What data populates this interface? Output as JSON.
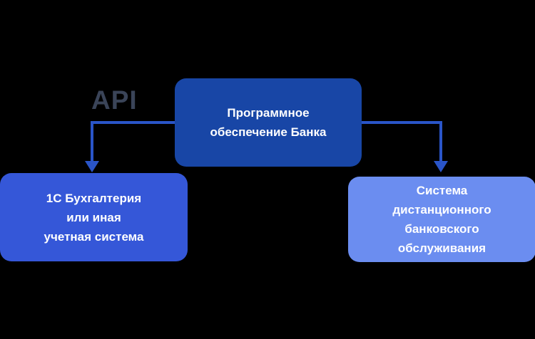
{
  "diagram": {
    "api_label": "API",
    "nodes": {
      "bank": {
        "label": "Программное\nобеспечение Банка"
      },
      "accounting": {
        "label": "1С Бухгалтерия\nили иная\nучетная система"
      },
      "remote": {
        "label": "Система\nдистанционного\nбанковского\nобслуживания"
      }
    },
    "colors": {
      "background": "#000000",
      "bank_node": "#1846a6",
      "accounting_node": "#3557d8",
      "remote_node": "#6b8df0",
      "connector": "#2a55c8",
      "api_text": "#3a4458"
    }
  }
}
